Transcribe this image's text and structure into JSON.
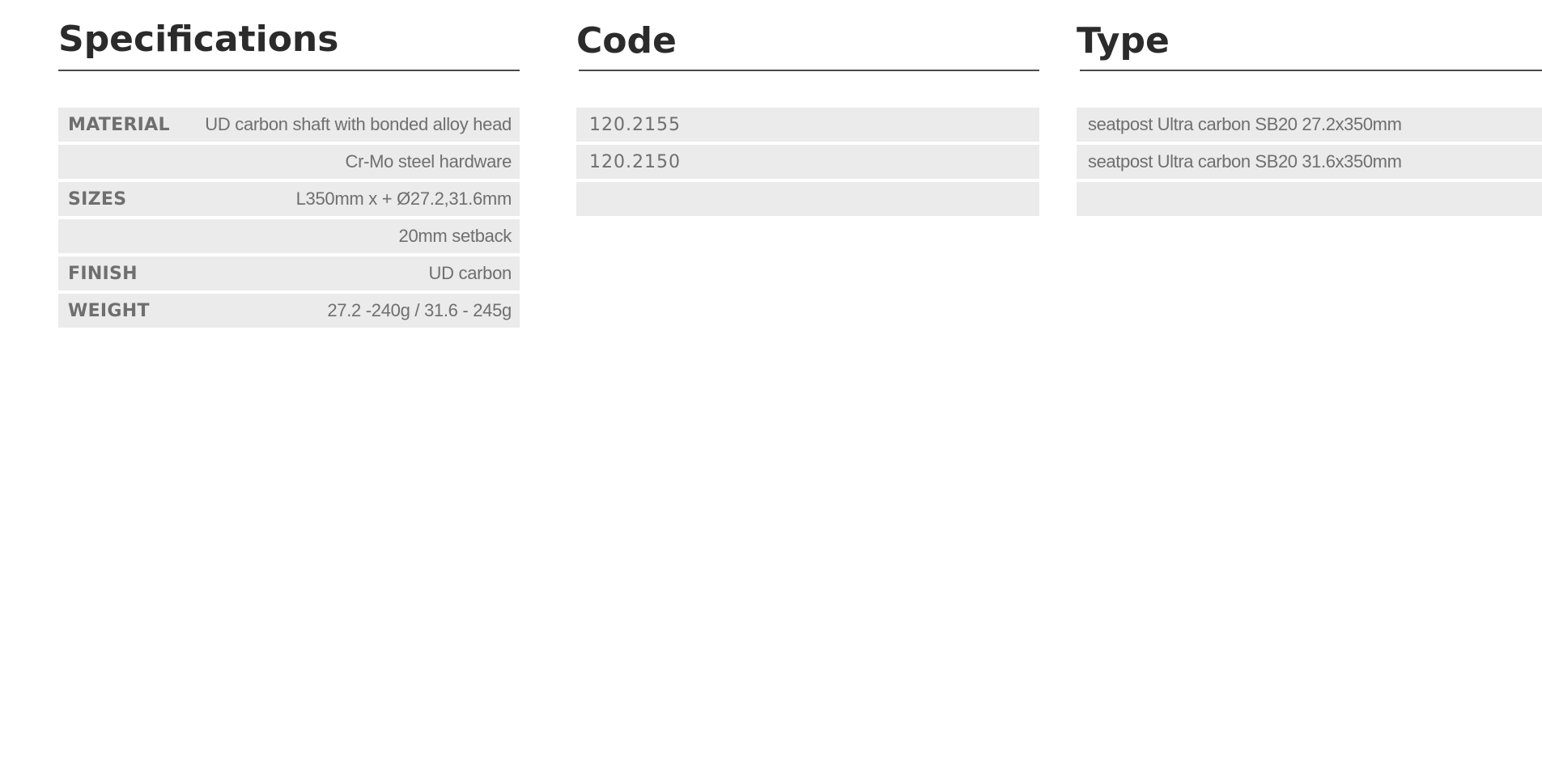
{
  "specifications": {
    "title": "Specifications",
    "rows": [
      {
        "label": "MATERIAL",
        "value": "UD carbon shaft with bonded alloy head"
      },
      {
        "label": "",
        "value": "Cr-Mo steel hardware"
      },
      {
        "label": "SIZES",
        "value": "L350mm x + Ø27.2,31.6mm"
      },
      {
        "label": "",
        "value": "20mm setback"
      },
      {
        "label": "FINISH",
        "value": "UD carbon"
      },
      {
        "label": "WEIGHT",
        "value": "27.2 -240g / 31.6 - 245g"
      }
    ]
  },
  "code": {
    "title": "Code",
    "rows": [
      "120.2155",
      "120.2150",
      ""
    ]
  },
  "type": {
    "title": "Type",
    "rows": [
      "seatpost Ultra carbon SB20 27.2x350mm",
      "seatpost Ultra carbon SB20 31.6x350mm",
      ""
    ]
  }
}
